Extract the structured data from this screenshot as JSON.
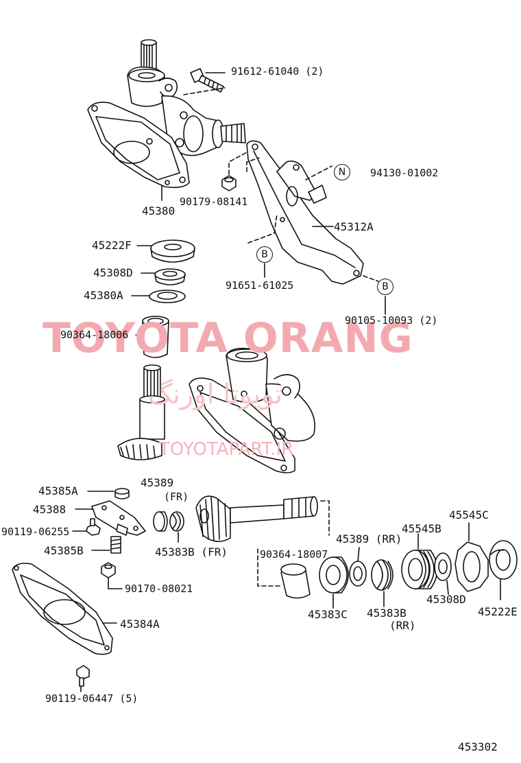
{
  "watermark": {
    "brand": "TOYOTA ORANG",
    "persian": "تویوتا اورنگ",
    "site": "TOYOTAPART.IR"
  },
  "diagram_code": "453302",
  "callouts": [
    {
      "key": "c1",
      "text": "91612-61040 (2)"
    },
    {
      "key": "c2",
      "text": "94130-01002"
    },
    {
      "key": "c3",
      "text": "90179-08141"
    },
    {
      "key": "c4",
      "text": "45380"
    },
    {
      "key": "c5",
      "text": "45312A"
    },
    {
      "key": "c6",
      "text": "45222F"
    },
    {
      "key": "c7",
      "text": "45308D"
    },
    {
      "key": "c8",
      "text": "45380A"
    },
    {
      "key": "c9",
      "text": "91651-61025"
    },
    {
      "key": "c10",
      "text": "90105-10093 (2)"
    },
    {
      "key": "c11",
      "text": "90364-18006"
    },
    {
      "key": "c12",
      "text": "45385A"
    },
    {
      "key": "c13",
      "text": "45389"
    },
    {
      "key": "c14",
      "text": "(FR)"
    },
    {
      "key": "c15",
      "text": "45388"
    },
    {
      "key": "c16",
      "text": "90119-06255"
    },
    {
      "key": "c17",
      "text": "45385B"
    },
    {
      "key": "c18",
      "text": "45383B (FR)"
    },
    {
      "key": "c19",
      "text": "45545C"
    },
    {
      "key": "c20",
      "text": "45545B"
    },
    {
      "key": "c21",
      "text": "45389 (RR)"
    },
    {
      "key": "c22",
      "text": "90364-18007"
    },
    {
      "key": "c23",
      "text": "90170-08021"
    },
    {
      "key": "c24",
      "text": "45383C"
    },
    {
      "key": "c25",
      "text": "45383B"
    },
    {
      "key": "c26",
      "text": "(RR)"
    },
    {
      "key": "c27",
      "text": "45308D"
    },
    {
      "key": "c28",
      "text": "45222E"
    },
    {
      "key": "c29",
      "text": "45384A"
    },
    {
      "key": "c30",
      "text": "90119-06447 (5)"
    }
  ],
  "markers": [
    {
      "key": "m1",
      "letter": "N"
    },
    {
      "key": "m2",
      "letter": "B"
    },
    {
      "key": "m3",
      "letter": "B"
    }
  ]
}
